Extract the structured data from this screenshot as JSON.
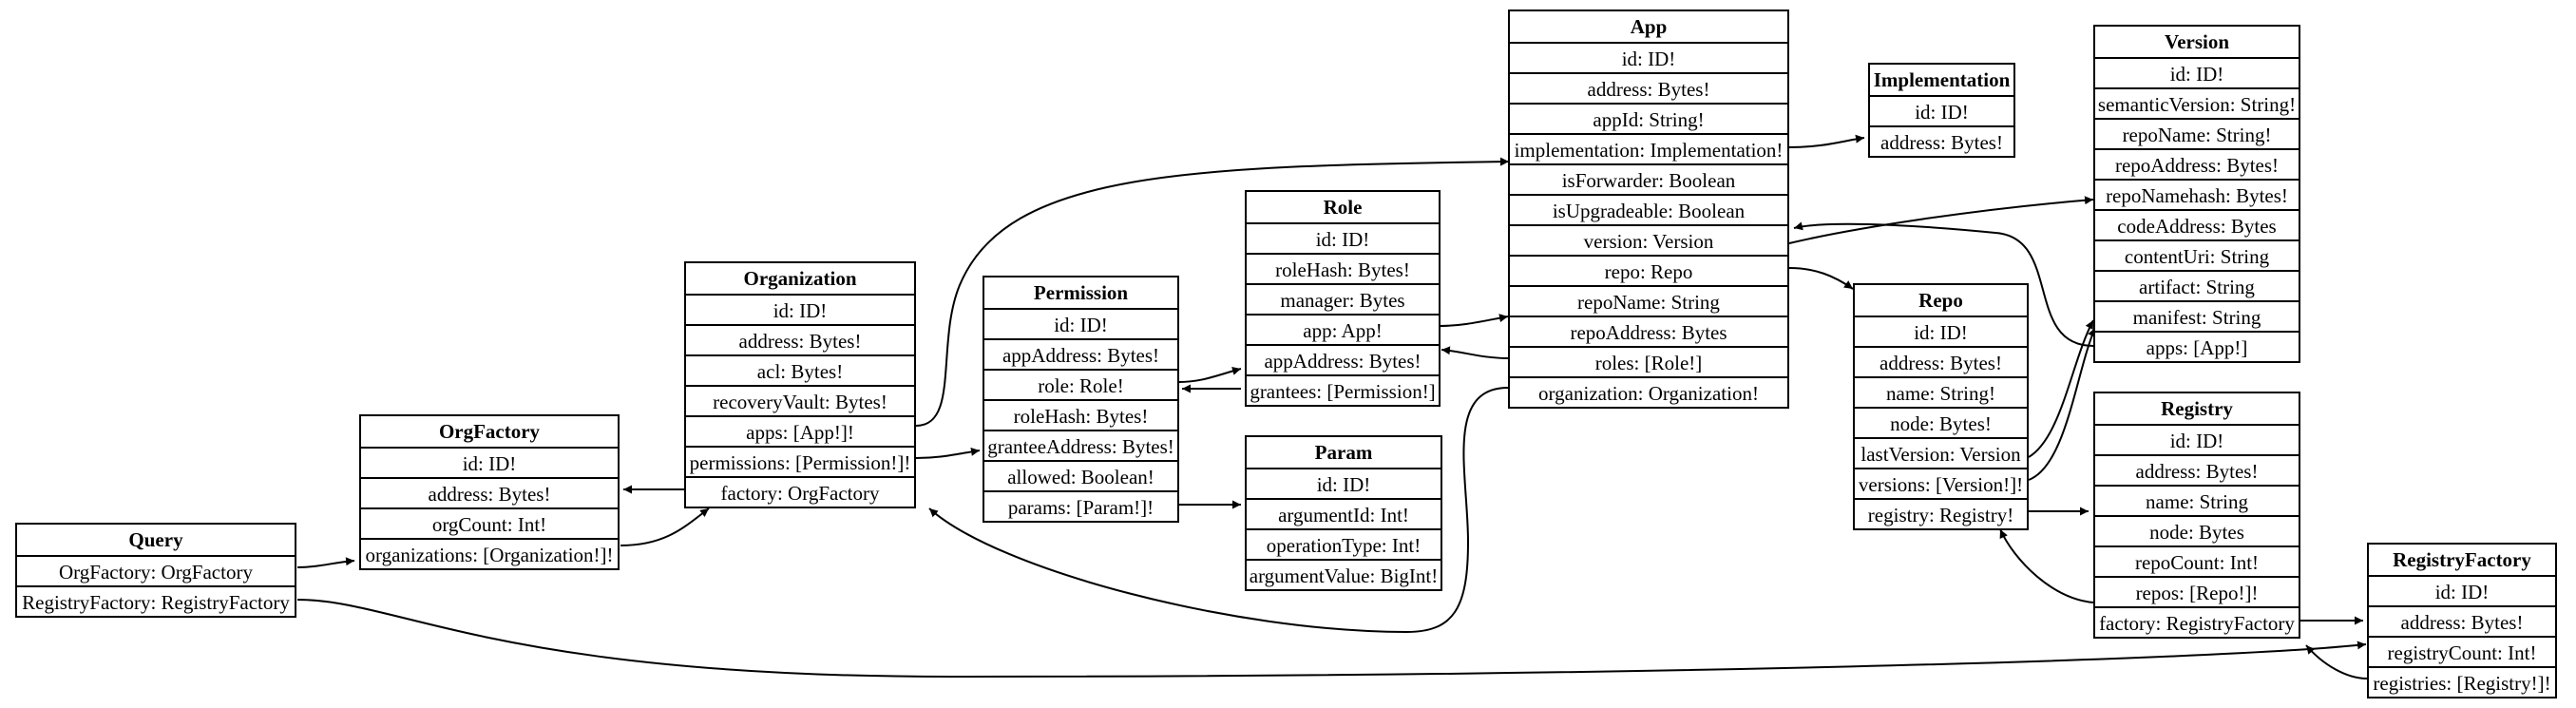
{
  "entities": {
    "query": {
      "name": "Query",
      "fields": [
        "OrgFactory: OrgFactory",
        "RegistryFactory: RegistryFactory"
      ]
    },
    "orgfactory": {
      "name": "OrgFactory",
      "fields": [
        "id: ID!",
        "address: Bytes!",
        "orgCount: Int!",
        "organizations: [Organization!]!"
      ]
    },
    "organization": {
      "name": "Organization",
      "fields": [
        "id: ID!",
        "address: Bytes!",
        "acl: Bytes!",
        "recoveryVault: Bytes!",
        "apps: [App!]!",
        "permissions: [Permission!]!",
        "factory: OrgFactory"
      ]
    },
    "permission": {
      "name": "Permission",
      "fields": [
        "id: ID!",
        "appAddress: Bytes!",
        "role: Role!",
        "roleHash: Bytes!",
        "granteeAddress: Bytes!",
        "allowed: Boolean!",
        "params: [Param!]!"
      ]
    },
    "role": {
      "name": "Role",
      "fields": [
        "id: ID!",
        "roleHash: Bytes!",
        "manager: Bytes",
        "app: App!",
        "appAddress: Bytes!",
        "grantees: [Permission!]"
      ]
    },
    "param": {
      "name": "Param",
      "fields": [
        "id: ID!",
        "argumentId: Int!",
        "operationType: Int!",
        "argumentValue: BigInt!"
      ]
    },
    "app": {
      "name": "App",
      "fields": [
        "id: ID!",
        "address: Bytes!",
        "appId: String!",
        "implementation: Implementation!",
        "isForwarder: Boolean",
        "isUpgradeable: Boolean",
        "version: Version",
        "repo: Repo",
        "repoName: String",
        "repoAddress: Bytes",
        "roles: [Role!]",
        "organization: Organization!"
      ]
    },
    "implementation": {
      "name": "Implementation",
      "fields": [
        "id: ID!",
        "address: Bytes!"
      ]
    },
    "repo": {
      "name": "Repo",
      "fields": [
        "id: ID!",
        "address: Bytes!",
        "name: String!",
        "node: Bytes!",
        "lastVersion: Version",
        "versions: [Version!]!",
        "registry: Registry!"
      ]
    },
    "version": {
      "name": "Version",
      "fields": [
        "id: ID!",
        "semanticVersion: String!",
        "repoName: String!",
        "repoAddress: Bytes!",
        "repoNamehash: Bytes!",
        "codeAddress: Bytes",
        "contentUri: String",
        "artifact: String",
        "manifest: String",
        "apps: [App!]"
      ]
    },
    "registry": {
      "name": "Registry",
      "fields": [
        "id: ID!",
        "address: Bytes!",
        "name: String",
        "node: Bytes",
        "repoCount: Int!",
        "repos: [Repo!]!",
        "factory: RegistryFactory"
      ]
    },
    "registryfactory": {
      "name": "RegistryFactory",
      "fields": [
        "id: ID!",
        "address: Bytes!",
        "registryCount: Int!",
        "registries: [Registry!]!"
      ]
    }
  }
}
